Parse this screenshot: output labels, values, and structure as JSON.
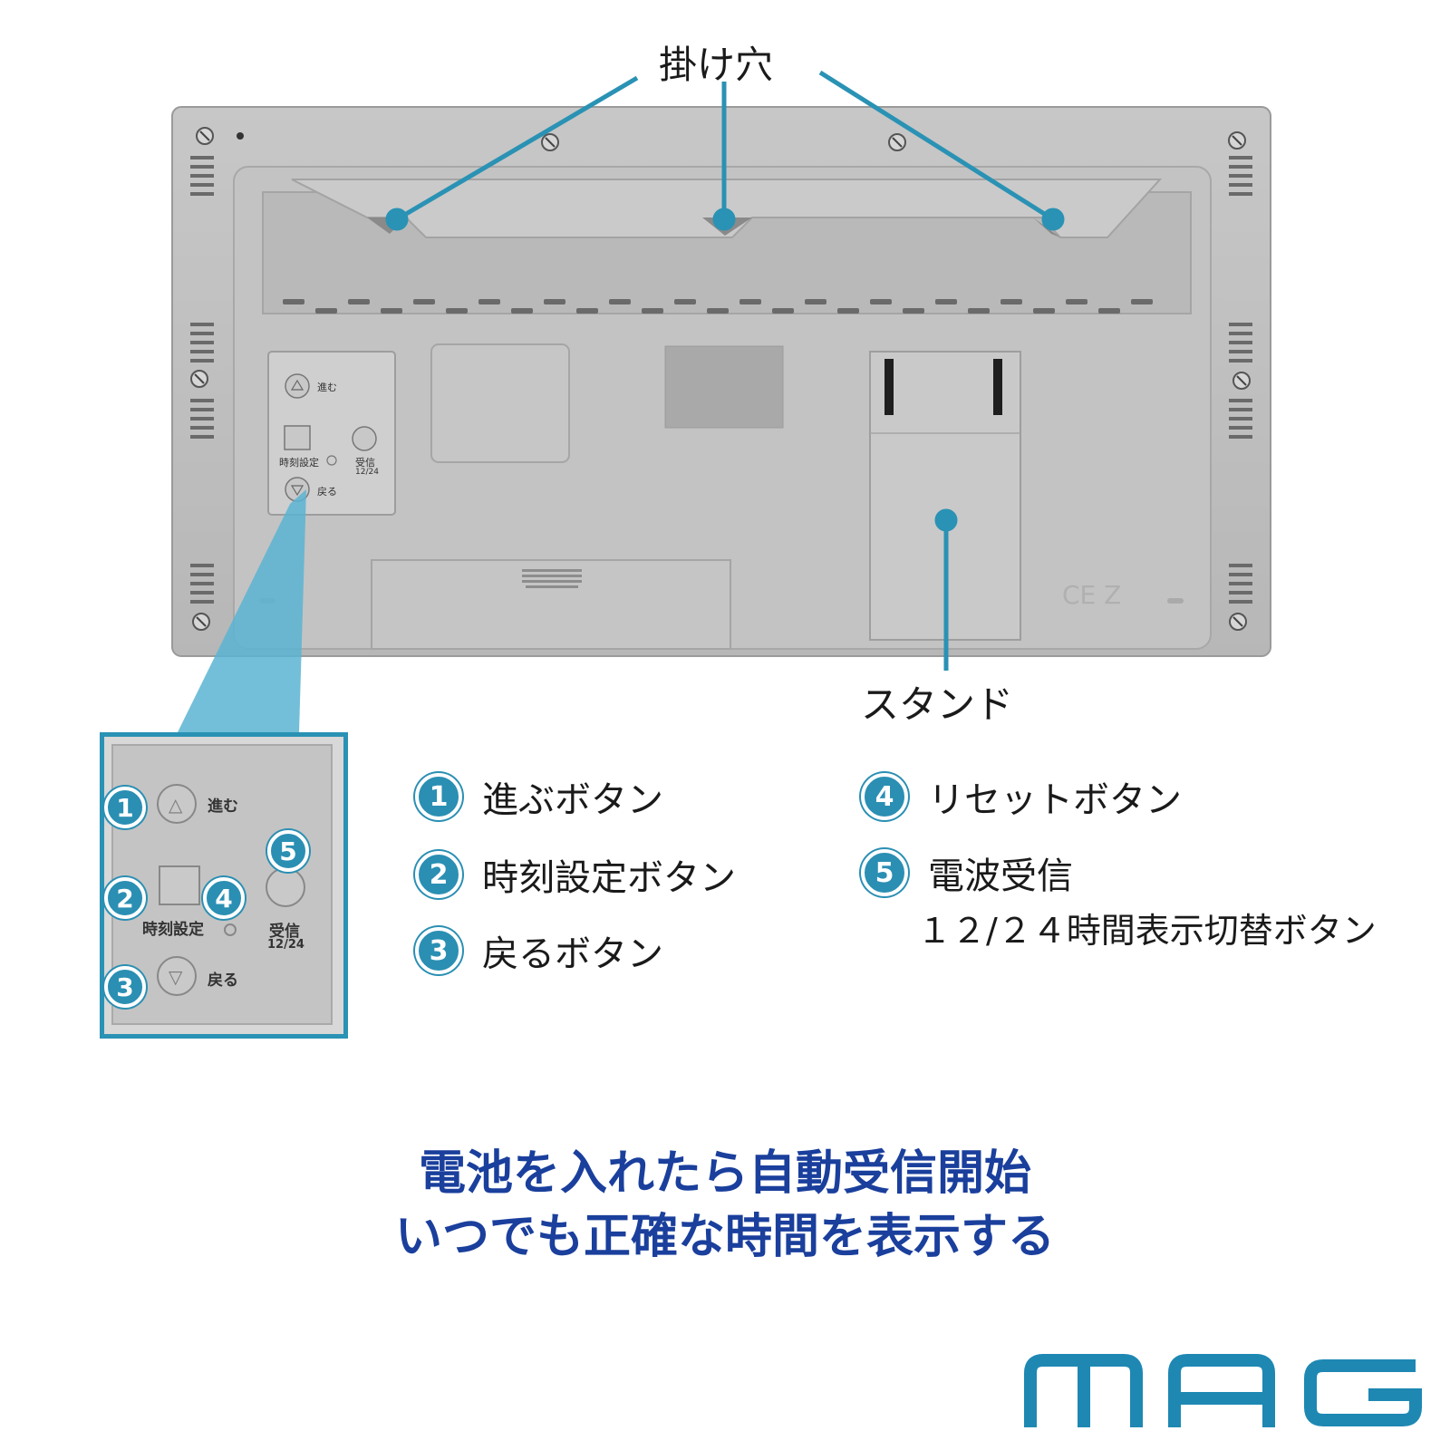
{
  "callouts": {
    "hanging_holes": "掛け穴",
    "stand": "スタンド"
  },
  "device_panel": {
    "advance": "進む",
    "time_set": "時刻設定",
    "receive": "受信",
    "receive_sub": "12/24",
    "back": "戻る"
  },
  "legend": [
    {
      "num": "1",
      "label": "進ぶボタン"
    },
    {
      "num": "2",
      "label": "時刻設定ボタン"
    },
    {
      "num": "3",
      "label": "戻るボタン"
    },
    {
      "num": "4",
      "label": "リセットボタン"
    },
    {
      "num": "5",
      "label": "電波受信",
      "label2": "１２/２４時間表示切替ボタン"
    }
  ],
  "tagline": {
    "line1": "電池を入れたら自動受信開始",
    "line2": "いつでも正確な時間を表示する"
  },
  "logo": "MAG",
  "colors": {
    "accent": "#2a8fb3",
    "tagline": "#1a3f9c",
    "device": "#bdbdbd"
  }
}
